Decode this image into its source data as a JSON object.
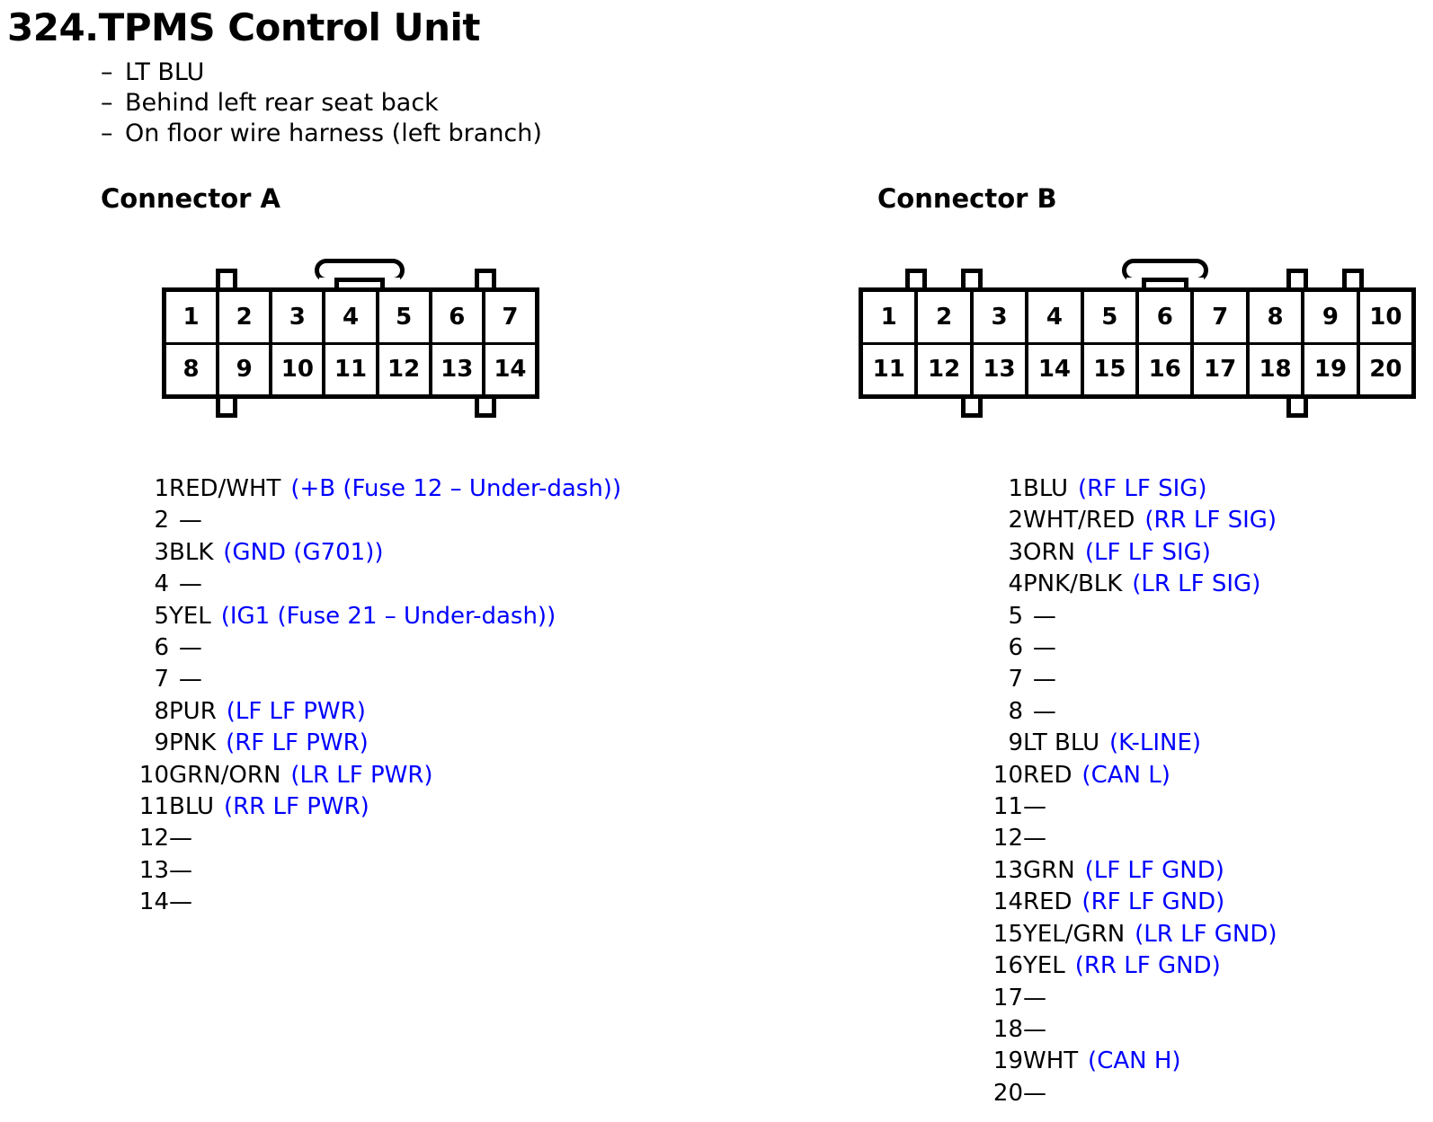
{
  "document": {
    "title": "324.TPMS Control Unit",
    "bullet_glyph": "–",
    "notes": [
      "LT BLU",
      "Behind left rear seat back",
      "On floor wire harness (left branch)"
    ],
    "description_color": "#0000ff"
  },
  "connector_a": {
    "heading": "Connector A",
    "pin_count": 14,
    "rows": [
      [
        "1",
        "2",
        "3",
        "4",
        "5",
        "6",
        "7"
      ],
      [
        "8",
        "9",
        "10",
        "11",
        "12",
        "13",
        "14"
      ]
    ],
    "pins": [
      {
        "num": "1",
        "wire": "RED/WHT",
        "desc": "(+B (Fuse 12 – Under-dash))"
      },
      {
        "num": "2",
        "wire": "",
        "desc": "—"
      },
      {
        "num": "3",
        "wire": "BLK",
        "desc": "(GND (G701))"
      },
      {
        "num": "4",
        "wire": "",
        "desc": "—"
      },
      {
        "num": "5",
        "wire": "YEL",
        "desc": "(IG1 (Fuse 21 – Under-dash))"
      },
      {
        "num": "6",
        "wire": "",
        "desc": "—"
      },
      {
        "num": "7",
        "wire": "",
        "desc": "—"
      },
      {
        "num": "8",
        "wire": "PUR",
        "desc": "(LF LF PWR)"
      },
      {
        "num": "9",
        "wire": "PNK",
        "desc": "(RF LF PWR)"
      },
      {
        "num": "10",
        "wire": "GRN/ORN",
        "desc": "(LR LF PWR)"
      },
      {
        "num": "11",
        "wire": "BLU",
        "desc": "(RR LF PWR)"
      },
      {
        "num": "12",
        "wire": "",
        "desc": "—"
      },
      {
        "num": "13",
        "wire": "",
        "desc": "—"
      },
      {
        "num": "14",
        "wire": "",
        "desc": "—"
      }
    ]
  },
  "connector_b": {
    "heading": "Connector B",
    "pin_count": 20,
    "rows": [
      [
        "1",
        "2",
        "3",
        "4",
        "5",
        "6",
        "7",
        "8",
        "9",
        "10"
      ],
      [
        "11",
        "12",
        "13",
        "14",
        "15",
        "16",
        "17",
        "18",
        "19",
        "20"
      ]
    ],
    "pins": [
      {
        "num": "1",
        "wire": "BLU",
        "desc": "(RF LF SIG)"
      },
      {
        "num": "2",
        "wire": "WHT/RED",
        "desc": "(RR LF SIG)"
      },
      {
        "num": "3",
        "wire": "ORN",
        "desc": "(LF LF SIG)"
      },
      {
        "num": "4",
        "wire": "PNK/BLK",
        "desc": "(LR LF SIG)"
      },
      {
        "num": "5",
        "wire": "",
        "desc": "—"
      },
      {
        "num": "6",
        "wire": "",
        "desc": "—"
      },
      {
        "num": "7",
        "wire": "",
        "desc": "—"
      },
      {
        "num": "8",
        "wire": "",
        "desc": "—"
      },
      {
        "num": "9",
        "wire": "LT BLU",
        "desc": "(K-LINE)"
      },
      {
        "num": "10",
        "wire": "RED",
        "desc": "(CAN L)"
      },
      {
        "num": "11",
        "wire": "",
        "desc": "—"
      },
      {
        "num": "12",
        "wire": "",
        "desc": "—"
      },
      {
        "num": "13",
        "wire": "GRN",
        "desc": "(LF LF GND)"
      },
      {
        "num": "14",
        "wire": "RED",
        "desc": "(RF LF GND)"
      },
      {
        "num": "15",
        "wire": "YEL/GRN",
        "desc": "(LR LF GND)"
      },
      {
        "num": "16",
        "wire": "YEL",
        "desc": "(RR LF GND)"
      },
      {
        "num": "17",
        "wire": "",
        "desc": "—"
      },
      {
        "num": "18",
        "wire": "",
        "desc": "—"
      },
      {
        "num": "19",
        "wire": "WHT",
        "desc": "(CAN H)"
      },
      {
        "num": "20",
        "wire": "",
        "desc": "—"
      }
    ]
  }
}
